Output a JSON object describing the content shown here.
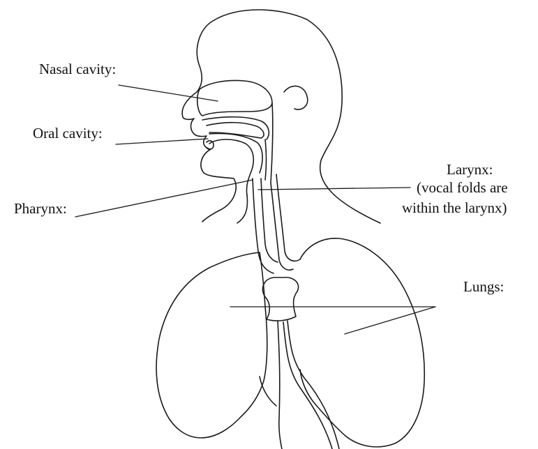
{
  "labels": {
    "nasal_cavity": "Nasal cavity:",
    "oral_cavity": "Oral cavity:",
    "larynx": "Larynx:",
    "larynx_note_line1": "(vocal folds are",
    "larynx_note_line2": "within the larynx)",
    "pharynx": "Pharynx:",
    "lungs": "Lungs:"
  },
  "colors": {
    "line": "#1a1a1a",
    "text": "#111111",
    "background": "#ffffff"
  }
}
